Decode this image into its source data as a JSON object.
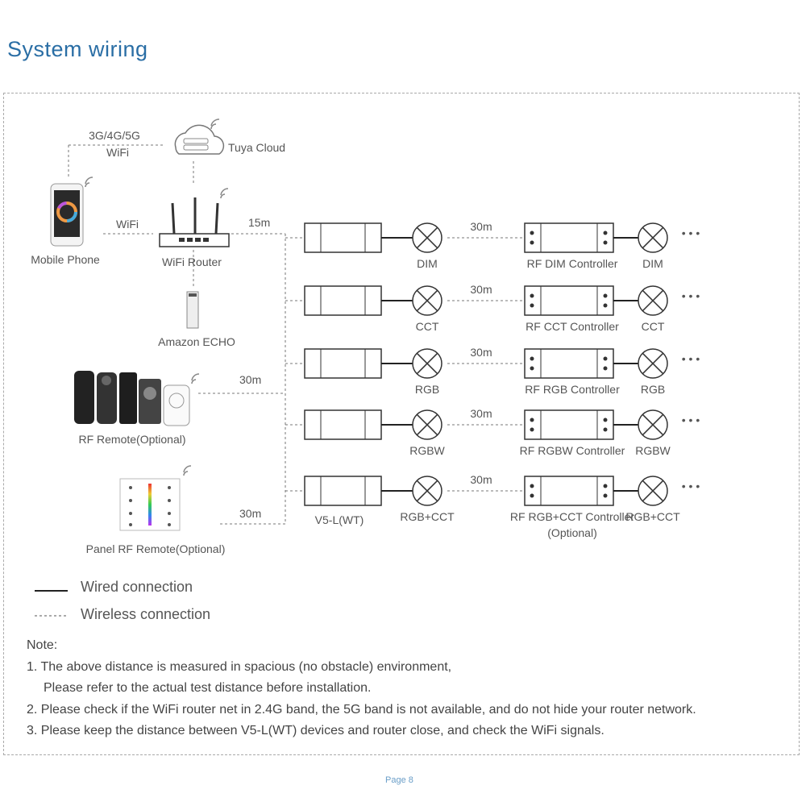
{
  "title": "System wiring",
  "top": {
    "network_label_1": "3G/4G/5G",
    "network_label_2": "WiFi",
    "cloud_label": "Tuya Cloud",
    "phone_label": "Mobile Phone",
    "phone_router_link": "WiFi",
    "router_label": "WiFi Router",
    "router_distance": "15m",
    "echo_label": "Amazon ECHO",
    "rf_remote_label": "RF Remote(Optional)",
    "rf_remote_distance": "30m",
    "panel_label": "Panel RF Remote(Optional)",
    "panel_distance": "30m",
    "v5_label": "V5-L(WT)"
  },
  "rows": [
    {
      "type": "DIM",
      "distance": "30m",
      "controller": "RF DIM Controller",
      "controller_sub": "",
      "light": "DIM",
      "more": "• • •"
    },
    {
      "type": "CCT",
      "distance": "30m",
      "controller": "RF CCT Controller",
      "controller_sub": "",
      "light": "CCT",
      "more": "• • •"
    },
    {
      "type": "RGB",
      "distance": "30m",
      "controller": "RF RGB Controller",
      "controller_sub": "",
      "light": "RGB",
      "more": "• • •"
    },
    {
      "type": "RGBW",
      "distance": "30m",
      "controller": "RF RGBW Controller",
      "controller_sub": "",
      "light": "RGBW",
      "more": "• • •"
    },
    {
      "type": "RGB+CCT",
      "distance": "30m",
      "controller": "RF RGB+CCT Controller",
      "controller_sub": "(Optional)",
      "light": "RGB+CCT",
      "more": "• • •"
    }
  ],
  "legend": {
    "wired": "Wired connection",
    "wireless": "Wireless connection"
  },
  "notes": {
    "heading": "Note:",
    "line1": "1. The above distance is measured in spacious (no obstacle) environment,",
    "line1b": "Please refer to the actual test distance before installation.",
    "line2": "2. Please check if the WiFi router net in 2.4G band, the 5G band is not available, and do not hide your router network.",
    "line3": "3. Please keep the distance between V5-L(WT) devices and router close, and check the WiFi signals."
  },
  "footer": "Page 8",
  "colors": {
    "title": "#2a6ea5",
    "line": "#333333",
    "text": "#555555"
  }
}
